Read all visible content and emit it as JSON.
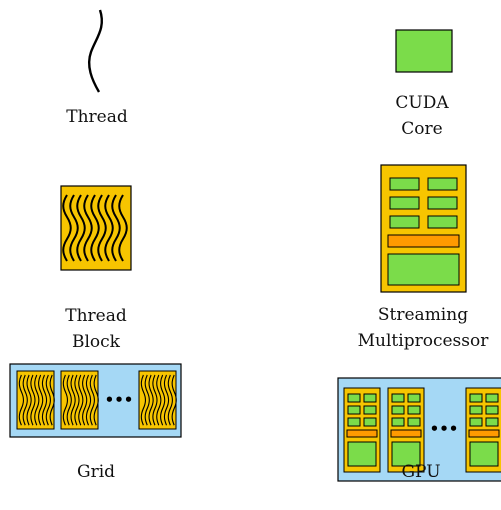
{
  "labels": {
    "thread": "Thread",
    "cuda_core_1": "CUDA",
    "cuda_core_2": "Core",
    "thread_block_1": "Thread",
    "thread_block_2": "Block",
    "sm_1": "Streaming",
    "sm_2": "Multiprocessor",
    "grid": "Grid",
    "gpu": "GPU"
  },
  "ellipsis": {
    "grid": "•••",
    "gpu": "•••"
  },
  "colors": {
    "thread_block_fill": "#f7c500",
    "core_fill": "#7bdc4a",
    "grid_fill": "#a5d8f5",
    "orange_bar": "#ff9a00",
    "stroke": "#000000"
  }
}
